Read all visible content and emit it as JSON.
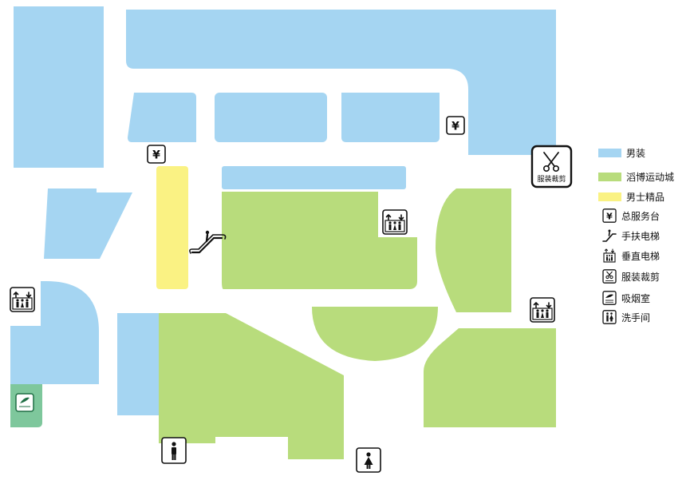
{
  "colors": {
    "mens_wear": "#a5d5f2",
    "sports_city": "#b8dc7c",
    "mens_goods": "#faf283",
    "smoking_room": "#7ec79c"
  },
  "map_labels": {
    "service_desk_symbol": "¥",
    "haircut_label": "服装裁剪",
    "smoking_label": "吸烟室"
  },
  "legend": {
    "items": [
      {
        "label": "男装",
        "kind": "swatch",
        "color": "#a5d5f2"
      },
      {
        "label": "滔博运动城",
        "kind": "swatch",
        "color": "#b8dc7c"
      },
      {
        "label": "男士精品",
        "kind": "swatch",
        "color": "#faf283"
      },
      {
        "label": "总服务台",
        "kind": "icon",
        "icon": "yen-icon"
      },
      {
        "label": "手扶电梯",
        "kind": "icon",
        "icon": "escalator-icon"
      },
      {
        "label": "垂直电梯",
        "kind": "icon",
        "icon": "elevator-icon"
      },
      {
        "label": "服装裁剪",
        "kind": "icon",
        "icon": "scissors-icon"
      },
      {
        "label": "吸烟室",
        "kind": "icon",
        "icon": "smoking-icon"
      },
      {
        "label": "洗手间",
        "kind": "icon",
        "icon": "restroom-icon"
      }
    ]
  }
}
